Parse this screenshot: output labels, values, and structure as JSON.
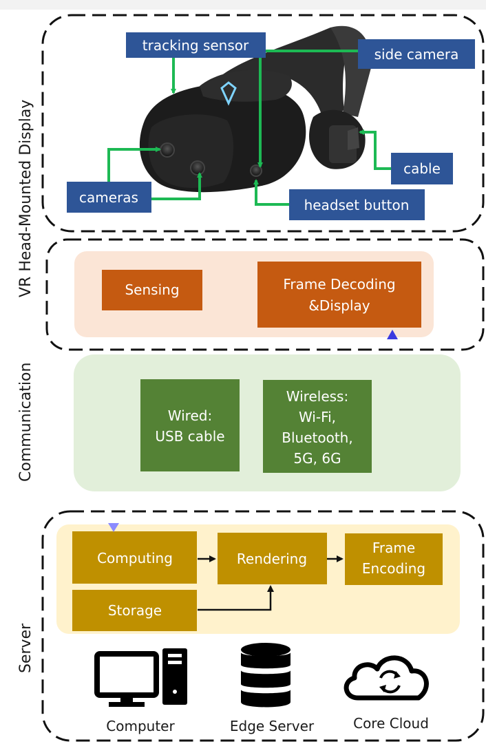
{
  "side_labels": {
    "hmd": "VR Head-Mounted Display",
    "communication": "Communication",
    "server": "Server"
  },
  "hmd_callouts": {
    "tracking_sensor": "tracking sensor",
    "side_camera": "side camera",
    "cameras": "cameras",
    "cable": "cable",
    "headset_button": "headset button"
  },
  "hmd_blocks": {
    "sensing": "Sensing",
    "decoding_line1": "Frame Decoding",
    "decoding_line2": "&Display"
  },
  "communication": {
    "wired_line1": "Wired:",
    "wired_line2": "USB cable",
    "wireless_line1": "Wireless:",
    "wireless_line2": "Wi-Fi,",
    "wireless_line3": "Bluetooth,",
    "wireless_line4": "5G, 6G"
  },
  "server_blocks": {
    "computing": "Computing",
    "rendering": "Rendering",
    "encoding_line1": "Frame",
    "encoding_line2": "Encoding",
    "storage": "Storage"
  },
  "devices": {
    "computer": "Computer",
    "edge_server": "Edge Server",
    "core_cloud": "Core Cloud"
  },
  "colors": {
    "callout_blue": "#2e5597",
    "arrow_green": "#1db954",
    "hmd_orange": "#c55a11",
    "hmd_bg": "#fbe5d6",
    "comm_green": "#548235",
    "comm_bg": "#e2efda",
    "server_gold": "#bf9000",
    "server_bg": "#fff2cc",
    "flow_arrow": "#7f7fff"
  }
}
